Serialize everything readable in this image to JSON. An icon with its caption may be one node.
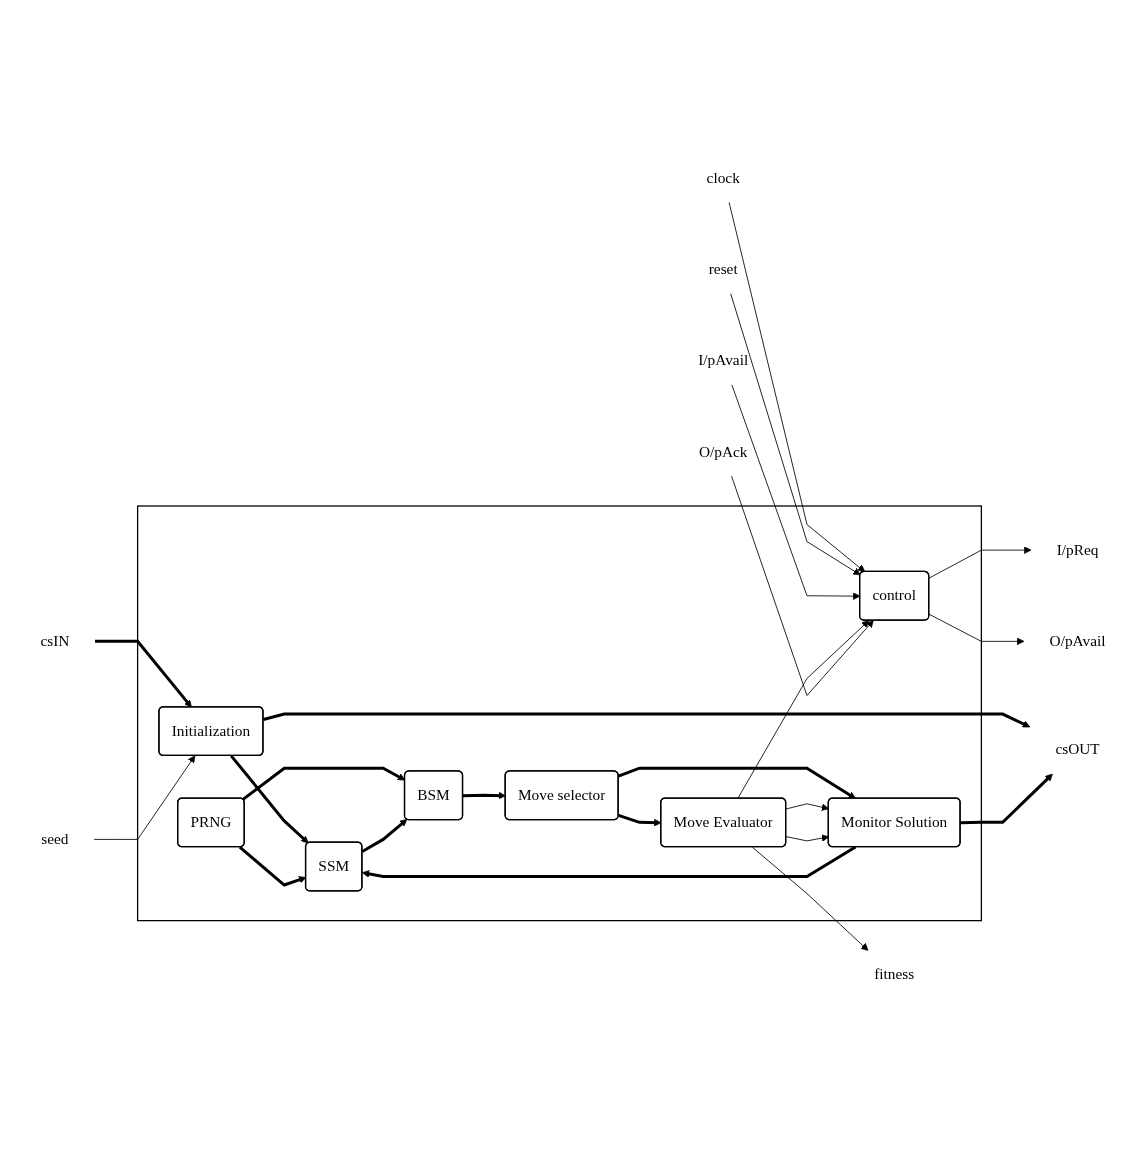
{
  "diagram": {
    "nodes": [
      {
        "text": [],
        "shape": "box"
      },
      {
        "text": [
          "Initialization"
        ],
        "in": 0
      },
      {
        "text": [
          "control"
        ],
        "in": 0
      },
      {
        "text": [
          "SSM"
        ],
        "in": 0
      },
      {
        "text": [
          "PRNG"
        ],
        "in": 0
      },
      {
        "text": [
          "BSM"
        ],
        "in": 0
      },
      {
        "text": [
          "Move selector"
        ],
        "in": 0
      },
      {
        "text": [
          "Move Evaluator"
        ],
        "in": 0
      },
      {
        "text": [
          "Monitor Solution"
        ],
        "in": 0
      },
      {
        "text": [
          "csIN"
        ]
      },
      {
        "text": [
          "seed"
        ]
      },
      {
        "text": [
          "clock"
        ]
      },
      {
        "text": [
          "reset"
        ]
      },
      {
        "text": [
          "I/pAvail"
        ]
      },
      {
        "text": [
          "I/pReq"
        ]
      },
      {
        "text": [
          "csOUT"
        ]
      },
      {
        "text": [
          "fitness"
        ]
      },
      {
        "text": [
          "O/pAvail"
        ]
      },
      {
        "text": [
          "O/pAck"
        ]
      }
    ],
    "edges": [
      {
        "from": 9,
        "to": 1,
        "arrow": "to",
        "style": "thick"
      },
      {
        "from": 10,
        "to": 1,
        "arrow": "to"
      },
      {
        "from": 11,
        "to": 2,
        "arrow": "to"
      },
      {
        "from": 12,
        "to": 2,
        "arrow": "to"
      },
      {
        "from": 13,
        "to": 2,
        "arrow": "to"
      },
      {
        "from": 2,
        "to": 14,
        "arrow": "to"
      },
      {
        "from": 1,
        "to": 3,
        "arrow": "to",
        "style": "thick"
      },
      {
        "from": 1,
        "to": 15,
        "arrow": "to",
        "style": "thick"
      },
      {
        "from": 4,
        "to": 3,
        "arrow": "to",
        "style": "thick"
      },
      {
        "from": 4,
        "to": 5,
        "arrow": "to",
        "style": "thick"
      },
      {
        "from": 3,
        "to": 5,
        "arrow": "to",
        "style": "thick"
      },
      {
        "from": 5,
        "to": 6,
        "arrow": "to",
        "style": "thick"
      },
      {
        "from": 6,
        "to": 7,
        "arrow": "to",
        "style": "thick"
      },
      {
        "from": 6,
        "to": 8,
        "arrow": "to",
        "style": "thick"
      },
      {
        "from": 7,
        "to": 16,
        "arrow": "to"
      },
      {
        "from": 7,
        "to": 2,
        "arrow": "to"
      },
      {
        "from": 7,
        "to": 8,
        "arrow": "to"
      },
      {
        "from": 7,
        "to": 8,
        "arrow": "to"
      },
      {
        "from": 8,
        "to": 3,
        "arrow": "to",
        "style": "thick"
      },
      {
        "from": 8,
        "to": 15,
        "arrow": "to",
        "style": "thick"
      },
      {
        "from": 2,
        "to": 17,
        "arrow": "to"
      },
      {
        "from": 18,
        "to": 2,
        "arrow": "to"
      }
    ]
  }
}
